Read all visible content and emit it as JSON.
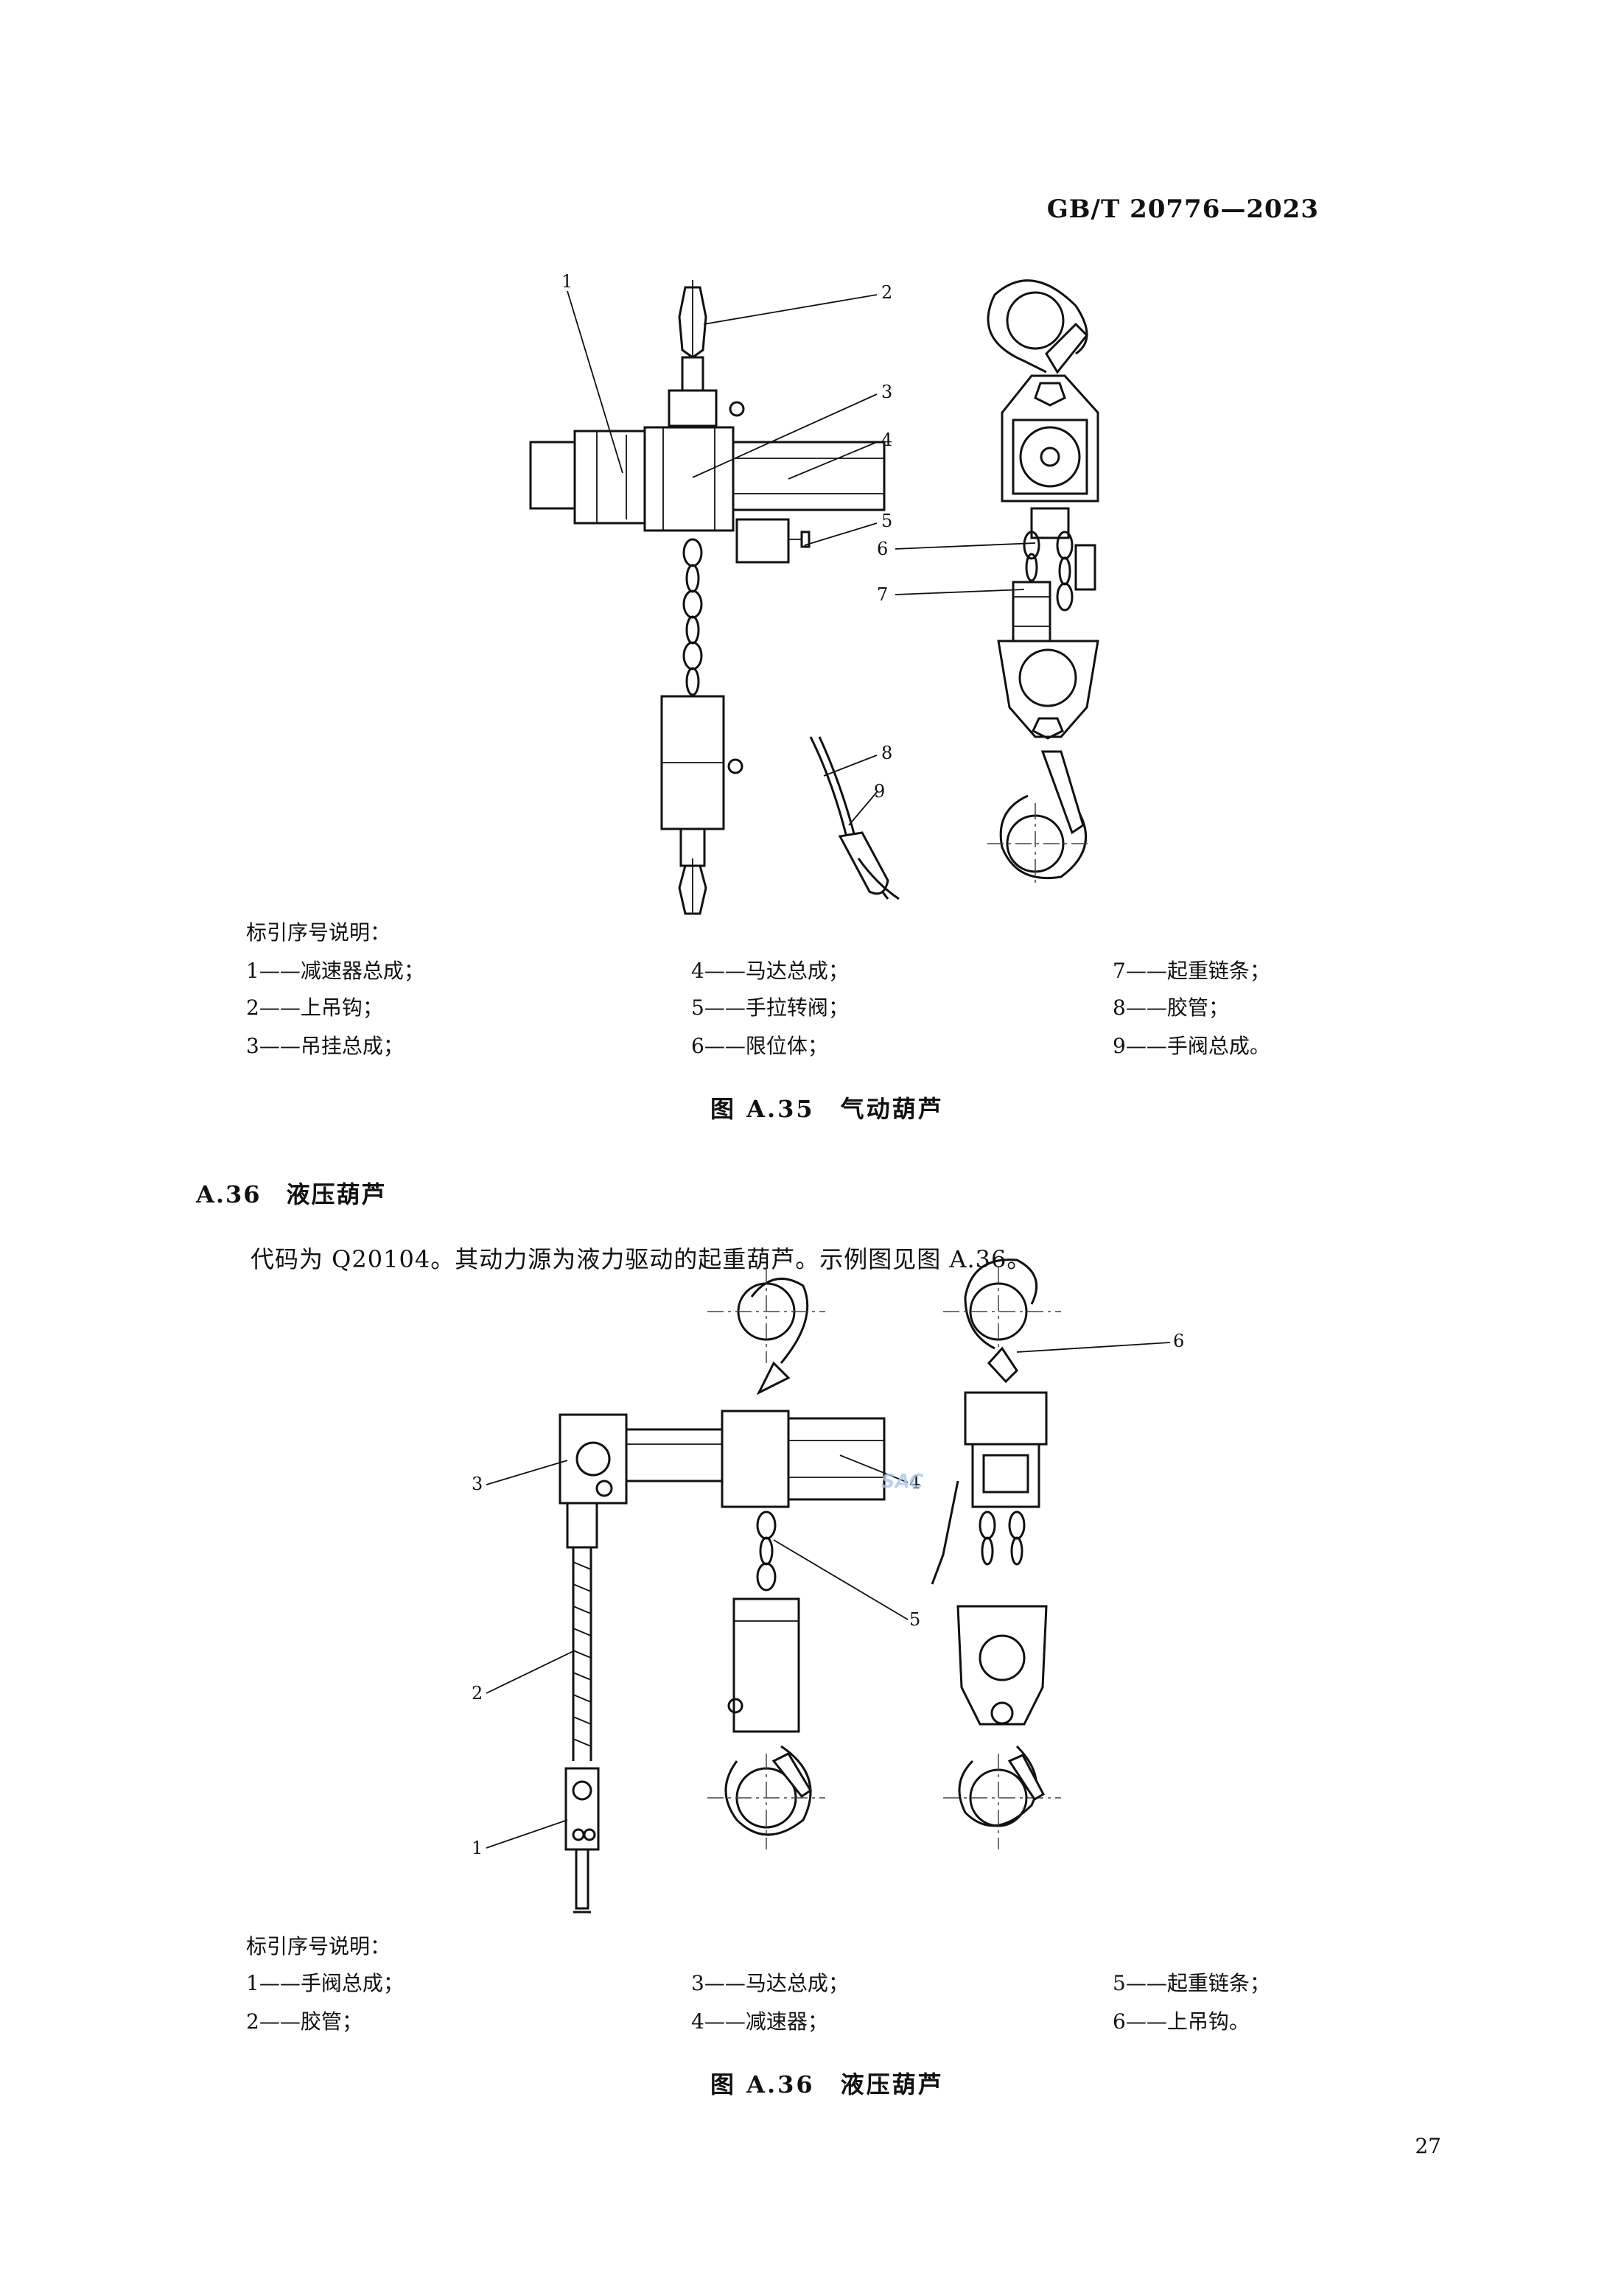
{
  "header": {
    "standard_code": "GB/T 20776—2023"
  },
  "figure_a35": {
    "callouts": [
      "1",
      "2",
      "3",
      "4",
      "5",
      "6",
      "7",
      "8",
      "9"
    ],
    "legend_title": "标引序号说明：",
    "legend": [
      "1——减速器总成；",
      "2——上吊钩；",
      "3——吊挂总成；",
      "4——马达总成；",
      "5——手拉转阀；",
      "6——限位体；",
      "7——起重链条；",
      "8——胶管；",
      "9——手阀总成。"
    ],
    "caption": "图 A.35　气动葫芦"
  },
  "section": {
    "heading": "A.36　液压葫芦",
    "body": "代码为 Q20104。其动力源为液力驱动的起重葫芦。示例图见图 A.36。"
  },
  "figure_a36": {
    "callouts": [
      "1",
      "2",
      "3",
      "4",
      "5",
      "6"
    ],
    "legend_title": "标引序号说明：",
    "legend": [
      "1——手阀总成；",
      "2——胶管；",
      "3——马达总成；",
      "4——减速器；",
      "5——起重链条；",
      "6——上吊钩。"
    ],
    "caption": "图 A.36　液压葫芦"
  },
  "watermark": "SAC",
  "footer": {
    "page_number": "27"
  }
}
